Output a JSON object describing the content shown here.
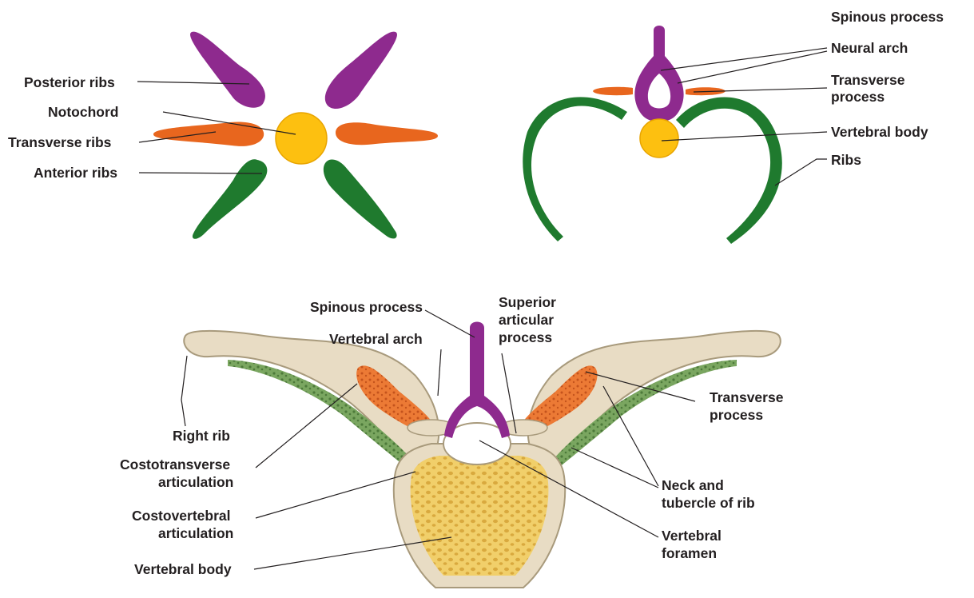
{
  "colors": {
    "posterior": "#8e2a8e",
    "transverse": "#e8661e",
    "anterior": "#1f7a2e",
    "notochord": "#fdc010",
    "bone": "#e8dcc4",
    "bone_shadow": "#a89a7c",
    "body_yellow": "#f1cf6a",
    "marrow_green": "#6f9a55"
  },
  "panel_a": {
    "posterior_ribs": "Posterior ribs",
    "notochord": "Notochord",
    "transverse_ribs": "Transverse ribs",
    "anterior_ribs": "Anterior ribs"
  },
  "panel_b": {
    "spinous_process": "Spinous process",
    "neural_arch": "Neural arch",
    "transverse_process": [
      "Transverse",
      "process"
    ],
    "vertebral_body": "Vertebral body",
    "ribs": "Ribs"
  },
  "panel_c": {
    "spinous_process": "Spinous process",
    "superior_articular_process": [
      "Superior",
      "articular",
      "process"
    ],
    "vertebral_arch": "Vertebral arch",
    "transverse_process": [
      "Transverse",
      "process"
    ],
    "right_rib": "Right rib",
    "costotransverse_articulation": [
      "Costotransverse",
      "articulation"
    ],
    "neck_and_tubercle": [
      "Neck and",
      "tubercle of rib"
    ],
    "costovertebral_articulation": [
      "Costovertebral",
      "articulation"
    ],
    "vertebral_foramen": [
      "Vertebral",
      "foramen"
    ],
    "vertebral_body": "Vertebral body"
  }
}
